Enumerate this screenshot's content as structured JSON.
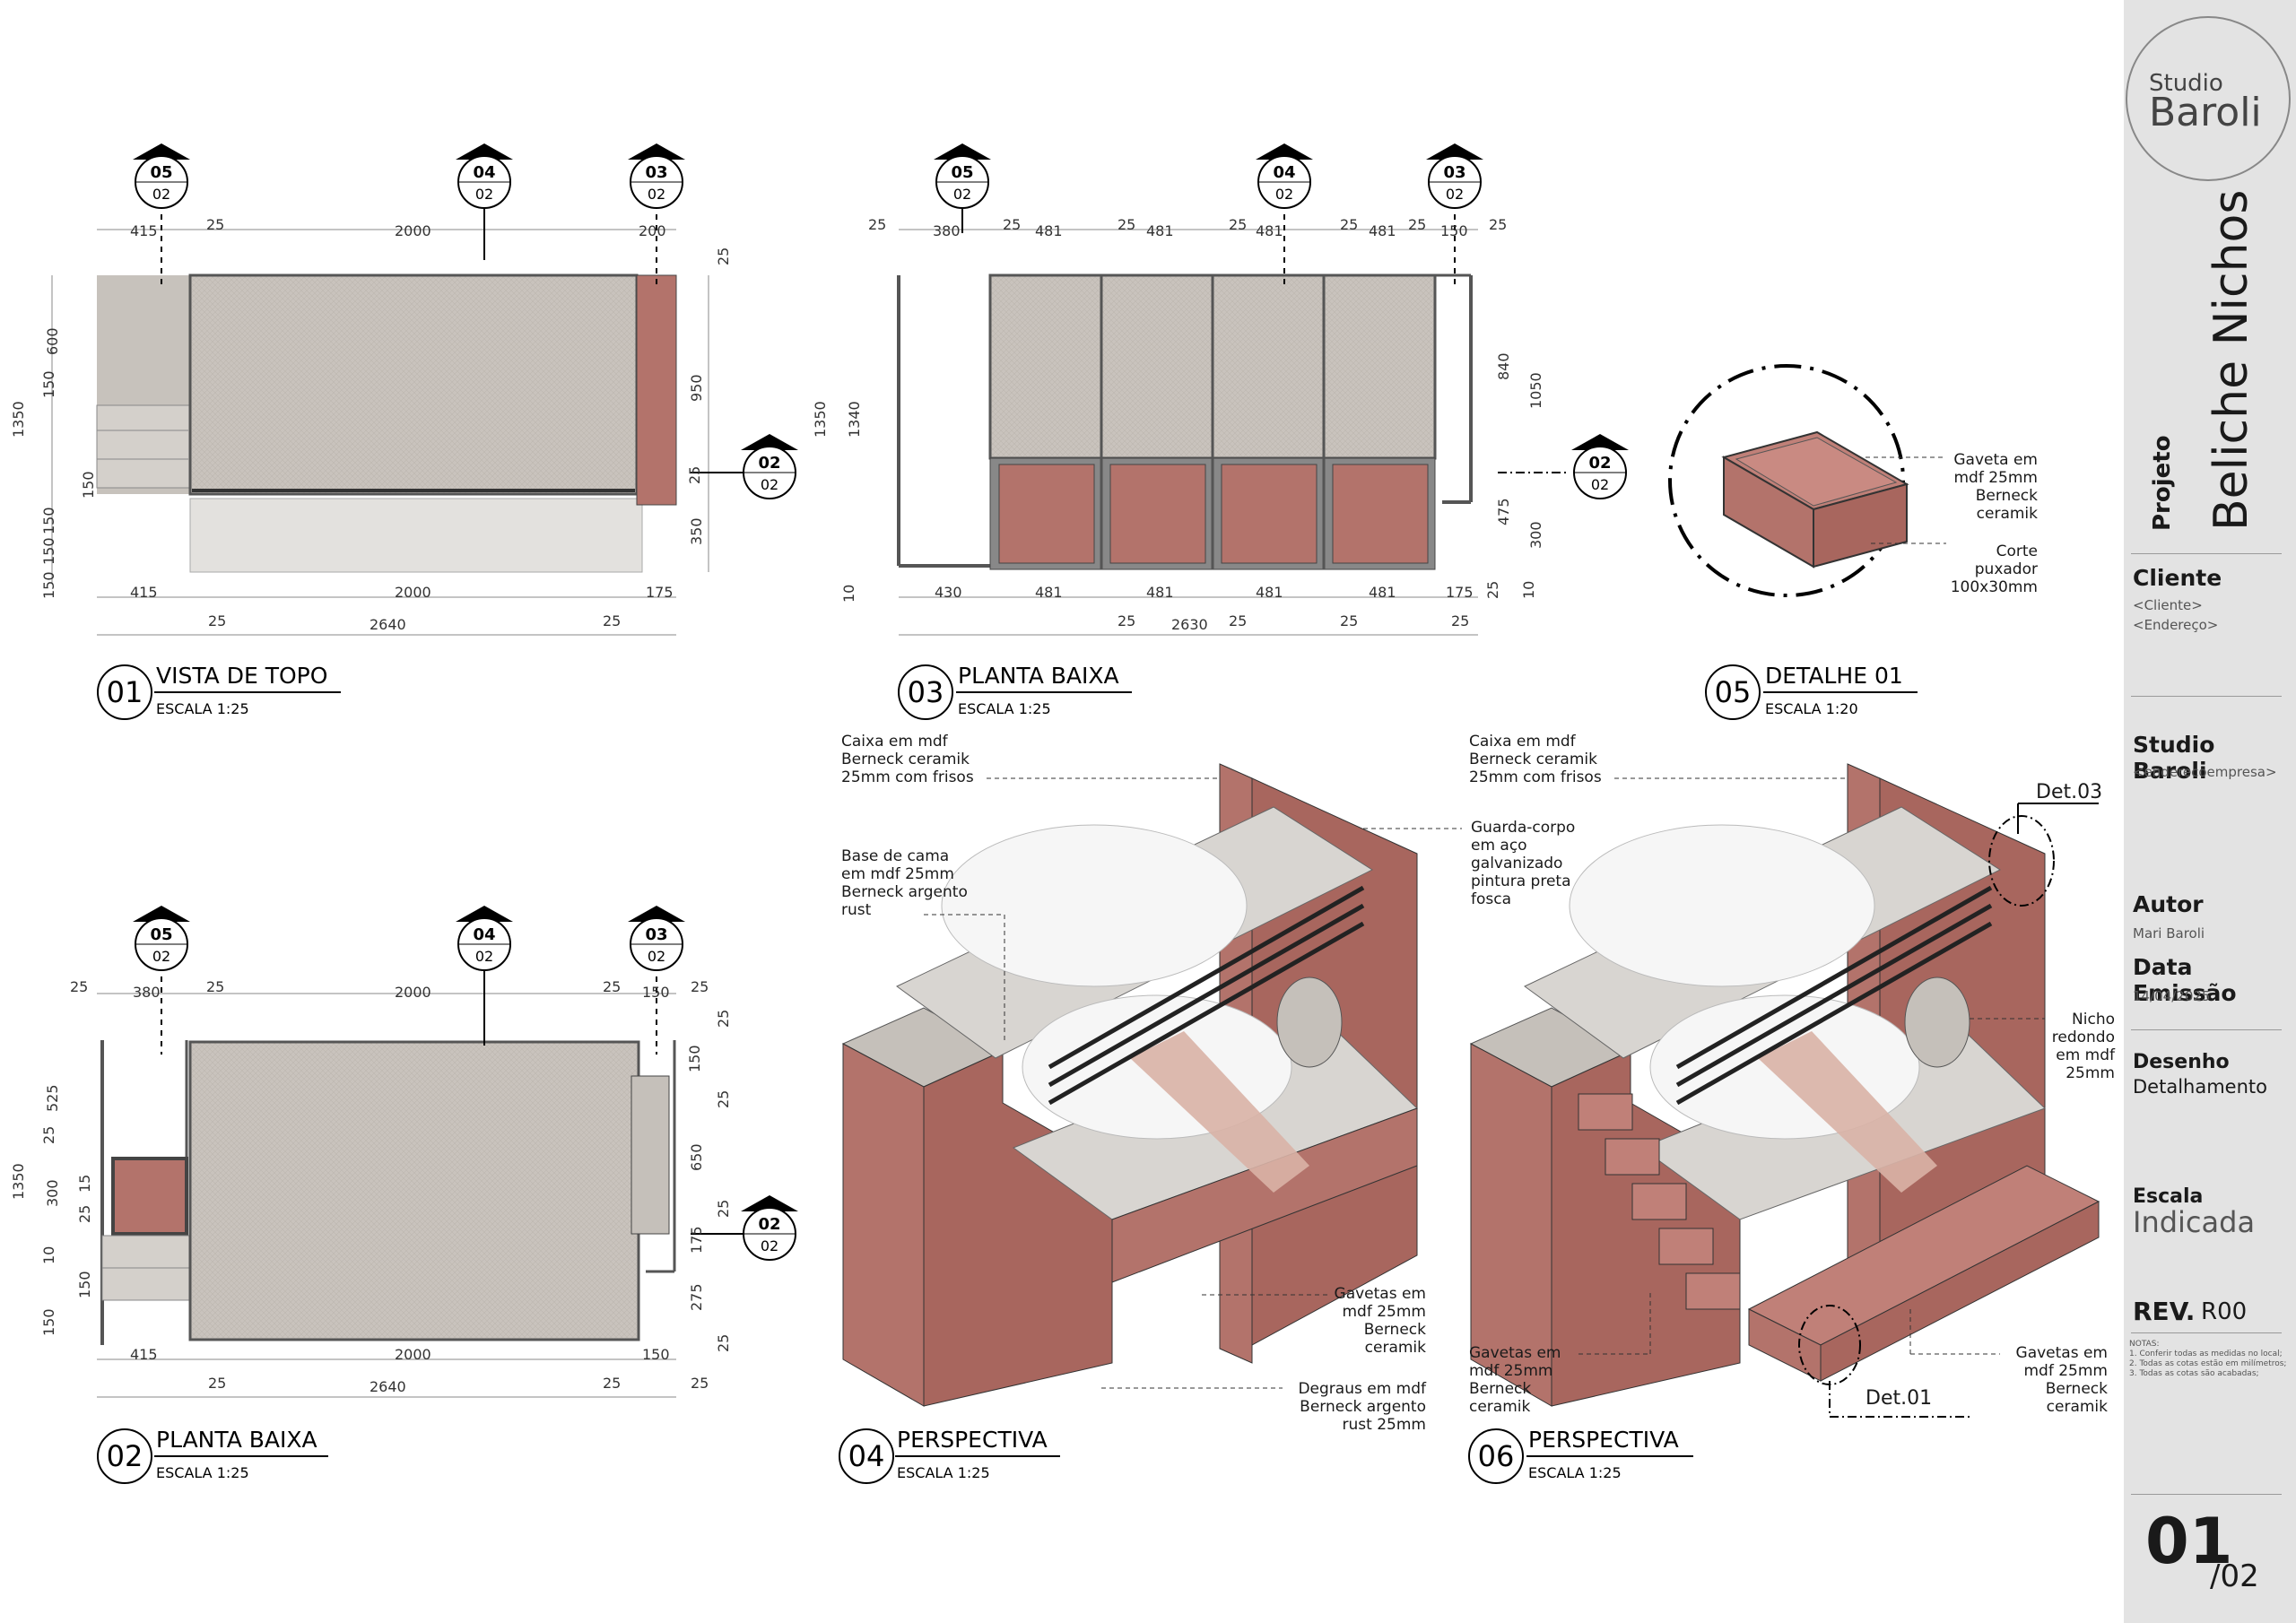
{
  "colors": {
    "terracotta": "#b3736b",
    "board": "#c5c0ba",
    "frame": "#6b6b6b",
    "sidebar": "#e3e3e3"
  },
  "sheet": {
    "brand_line1": "Studio",
    "brand_line2": "Baroli",
    "project_label": "Projeto",
    "project_name": "Beliche Nichos",
    "client_label": "Cliente",
    "client_name": "<Cliente>",
    "client_address": "<Endereço>",
    "company_name": "Studio Baroli",
    "company_address": "<enderecoempresa>",
    "author_label": "Autor",
    "author_name": "Mari Baroli",
    "issue_label": "Data Emissão",
    "issue_date": "14/04/2025",
    "drawing_label": "Desenho",
    "drawing_value": "Detalhamento",
    "scale_label": "Escala",
    "scale_value": "Indicada",
    "rev_label": "REV.",
    "rev_value": "R00",
    "notes": [
      "NOTAS:",
      "1. Conferir todas as medidas no local;",
      "2. Todas as cotas estão em milímetros;",
      "3. Todas as cotas são acabadas;"
    ],
    "page_number": "01",
    "page_total": "/02"
  },
  "views": [
    {
      "number": "01",
      "title": "VISTA DE TOPO",
      "scale": "ESCALA 1:25"
    },
    {
      "number": "02",
      "title": "PLANTA BAIXA",
      "scale": "ESCALA 1:25"
    },
    {
      "number": "03",
      "title": "PLANTA BAIXA",
      "scale": "ESCALA 1:25"
    },
    {
      "number": "04",
      "title": "PERSPECTIVA",
      "scale": "ESCALA 1:25"
    },
    {
      "number": "05",
      "title": "DETALHE 01",
      "scale": "ESCALA 1:20"
    },
    {
      "number": "06",
      "title": "PERSPECTIVA",
      "scale": "ESCALA 1:25"
    }
  ],
  "section_markers": {
    "m05": "05",
    "m04": "04",
    "m03": "03",
    "m02": "02",
    "sheet": "02"
  },
  "dims": {
    "v01": {
      "top": [
        "415",
        "25",
        "2000",
        "200"
      ],
      "bottom": [
        "415",
        "2000",
        "175"
      ],
      "bottom2": [
        "25",
        "25"
      ],
      "total": "2640",
      "left": [
        "1350",
        "600",
        "150",
        "150",
        "150",
        "150",
        "150"
      ],
      "right": [
        "25",
        "950",
        "25",
        "350"
      ]
    },
    "v03": {
      "top": [
        "25",
        "380",
        "25",
        "481",
        "25",
        "481",
        "25",
        "481",
        "25",
        "481",
        "25",
        "150",
        "25"
      ],
      "bottom": [
        "430",
        "481",
        "481",
        "481",
        "481",
        "175"
      ],
      "bottom2": [
        "25",
        "25",
        "25",
        "25"
      ],
      "total": "2630",
      "left": [
        "1350",
        "1340",
        "10"
      ],
      "right": [
        "840",
        "1050",
        "475",
        "300",
        "25",
        "10"
      ]
    },
    "v02": {
      "top": [
        "25",
        "380",
        "25",
        "2000",
        "25",
        "150",
        "25"
      ],
      "bottom": [
        "415",
        "2000",
        "150"
      ],
      "bottom2": [
        "25",
        "25",
        "25"
      ],
      "total": "2640",
      "left": [
        "1350",
        "525",
        "25",
        "300",
        "15",
        "25",
        "10",
        "150",
        "150"
      ],
      "right": [
        "25",
        "150",
        "25",
        "650",
        "25",
        "175",
        "275",
        "25"
      ]
    }
  },
  "annotations": {
    "v04_caixa": [
      "Caixa em mdf",
      "Berneck ceramik",
      "25mm com frisos"
    ],
    "v04_base": [
      "Base de cama",
      "em mdf 25mm",
      "Berneck argento",
      "rust"
    ],
    "v04_guarda": [
      "Guarda-corpo",
      "em aço",
      "galvanizado",
      "pintura preta",
      "fosca"
    ],
    "v04_gavetas": [
      "Gavetas em",
      "mdf 25mm",
      "Berneck",
      "ceramik"
    ],
    "v04_degraus": [
      "Degraus em mdf",
      "Berneck argento",
      "rust 25mm"
    ],
    "v05_gaveta": [
      "Gaveta em",
      "mdf 25mm",
      "Berneck",
      "ceramik"
    ],
    "v05_corte": [
      "Corte",
      "puxador",
      "100x30mm"
    ],
    "v06_caixa": [
      "Caixa em mdf",
      "Berneck ceramik",
      "25mm com frisos"
    ],
    "v06_det03": "Det.03",
    "v06_nicho": [
      "Nicho",
      "redondo",
      "em mdf",
      "25mm"
    ],
    "v06_gav_left": [
      "Gavetas em",
      "mdf 25mm",
      "Berneck",
      "ceramik"
    ],
    "v06_gav_right": [
      "Gavetas em",
      "mdf 25mm",
      "Berneck",
      "ceramik"
    ],
    "v06_det01": "Det.01"
  }
}
